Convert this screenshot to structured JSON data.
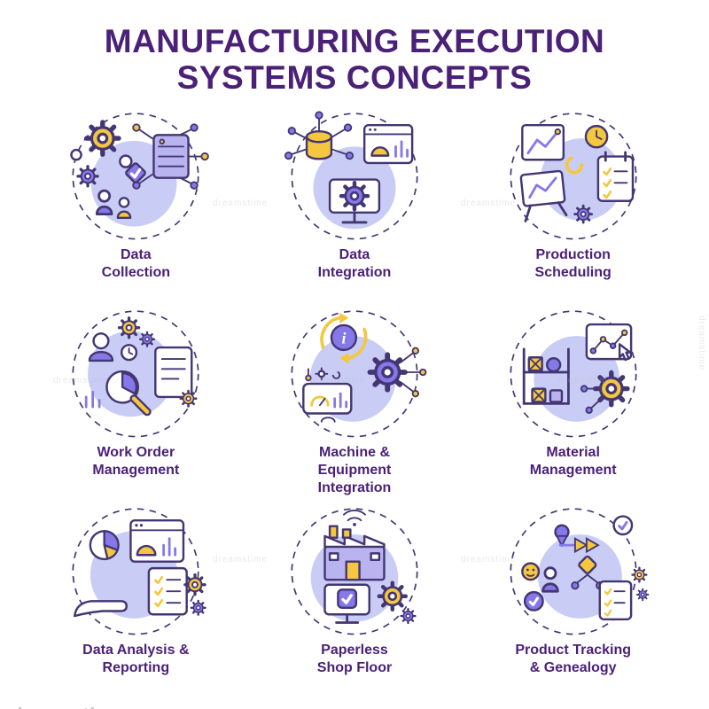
{
  "title": {
    "line1": "MANUFACTURING EXECUTION",
    "line2": "SYSTEMS CONCEPTS"
  },
  "colors": {
    "ink": "#443672",
    "primary": "#4b2178",
    "purple": "#8578e8",
    "purple_light": "#b9b4f0",
    "lavender": "#c9cdf6",
    "yellow": "#f4c73f",
    "white": "#ffffff",
    "watermark_gray": "#b9b9b9"
  },
  "concepts": [
    {
      "label": "Data\nCollection",
      "icon": "data-collection-icon"
    },
    {
      "label": "Data\nIntegration",
      "icon": "data-integration-icon"
    },
    {
      "label": "Production\nScheduling",
      "icon": "production-scheduling-icon"
    },
    {
      "label": "Work Order\nManagement",
      "icon": "work-order-management-icon"
    },
    {
      "label": "Machine &\nEquipment\nIntegration",
      "icon": "machine-equipment-integration-icon"
    },
    {
      "label": "Material\nManagement",
      "icon": "material-management-icon"
    },
    {
      "label": "Data Analysis &\nReporting",
      "icon": "data-analysis-reporting-icon"
    },
    {
      "label": "Paperless\nShop Floor",
      "icon": "paperless-shop-floor-icon"
    },
    {
      "label": "Product Tracking\n& Genealogy",
      "icon": "product-tracking-genealogy-icon"
    }
  ],
  "watermark": {
    "brand": "dreamstime"
  }
}
